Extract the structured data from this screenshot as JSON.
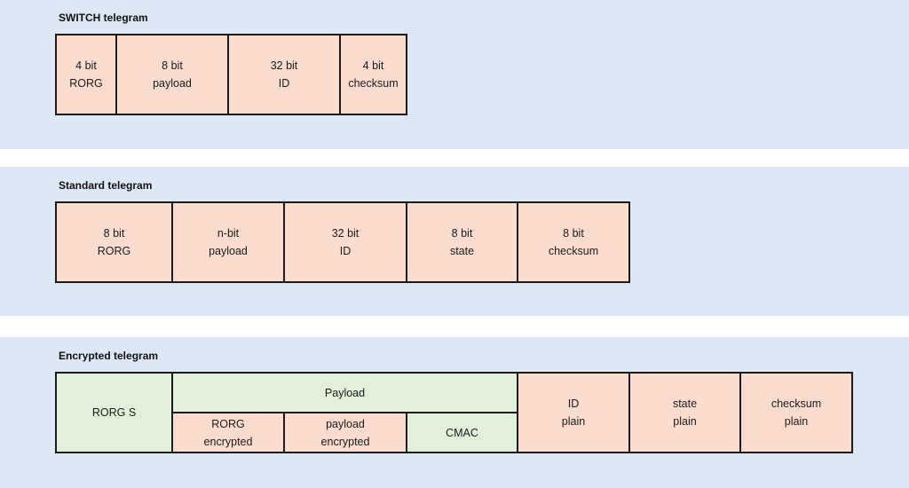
{
  "switch": {
    "title": "SWITCH telegram",
    "cells": [
      {
        "top": "4 bit",
        "bottom": "RORG"
      },
      {
        "top": "8 bit",
        "bottom": "payload"
      },
      {
        "top": "32 bit",
        "bottom": "ID"
      },
      {
        "top": "4 bit",
        "bottom": "checksum"
      }
    ]
  },
  "standard": {
    "title": "Standard telegram",
    "cells": [
      {
        "top": "8 bit",
        "bottom": "RORG"
      },
      {
        "top": "n-bit",
        "bottom": "payload"
      },
      {
        "top": "32 bit",
        "bottom": "ID"
      },
      {
        "top": "8 bit",
        "bottom": "state"
      },
      {
        "top": "8 bit",
        "bottom": "checksum"
      }
    ]
  },
  "encrypted": {
    "title": "Encrypted telegram",
    "rorg_s": "RORG S",
    "payload_header": "Payload",
    "payload_parts": [
      {
        "top": "RORG",
        "bottom": "encrypted"
      },
      {
        "top": "payload",
        "bottom": "encrypted"
      },
      {
        "top": "CMAC",
        "bottom": ""
      }
    ],
    "plain_cells": [
      {
        "top": "ID",
        "bottom": "plain"
      },
      {
        "top": "state",
        "bottom": "plain"
      },
      {
        "top": "checksum",
        "bottom": "plain"
      }
    ]
  },
  "colors": {
    "band": "#dce8f5",
    "pink_cell": "#fbdccf",
    "green_cell": "#e2efd9",
    "border": "#1a1a1a"
  }
}
